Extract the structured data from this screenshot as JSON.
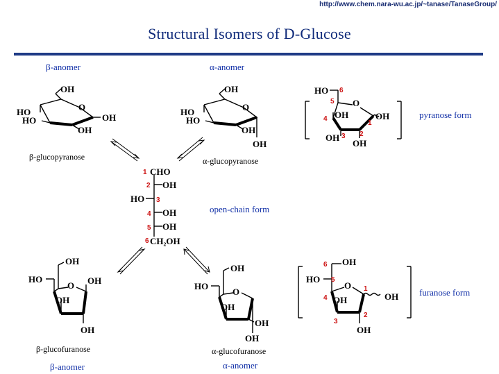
{
  "url": "http://www.chem.nara-wu.ac.jp/~tanase/TanaseGroup/",
  "title": "Structural Isomers of D-Glucose",
  "labels": {
    "beta_anomer_top": "β-anomer",
    "alpha_anomer_top": "α-anomer",
    "pyranose_form": "pyranose form",
    "open_chain_form": "open-chain form",
    "furanose_form": "furanose form",
    "beta_anomer_bottom": "β-anomer",
    "alpha_anomer_bottom": "α-anomer"
  },
  "captions": {
    "beta_glucopyranose": "β-glucopyranose",
    "alpha_glucopyranose": "α-glucopyranose",
    "beta_glucofuranose": "β-glucofuranose",
    "alpha_glucofuranose": "α-glucofuranose"
  },
  "atoms": {
    "ho": "HO",
    "oh": "OH",
    "o": "O",
    "cho": "CHO",
    "ch2oh": "CH₂OH"
  },
  "carbon_numbers": [
    "1",
    "2",
    "3",
    "4",
    "5",
    "6"
  ],
  "colors": {
    "title": "#0f2a7a",
    "label": "#1432a8",
    "rule": "#1f3b86",
    "number": "#cc1111"
  }
}
